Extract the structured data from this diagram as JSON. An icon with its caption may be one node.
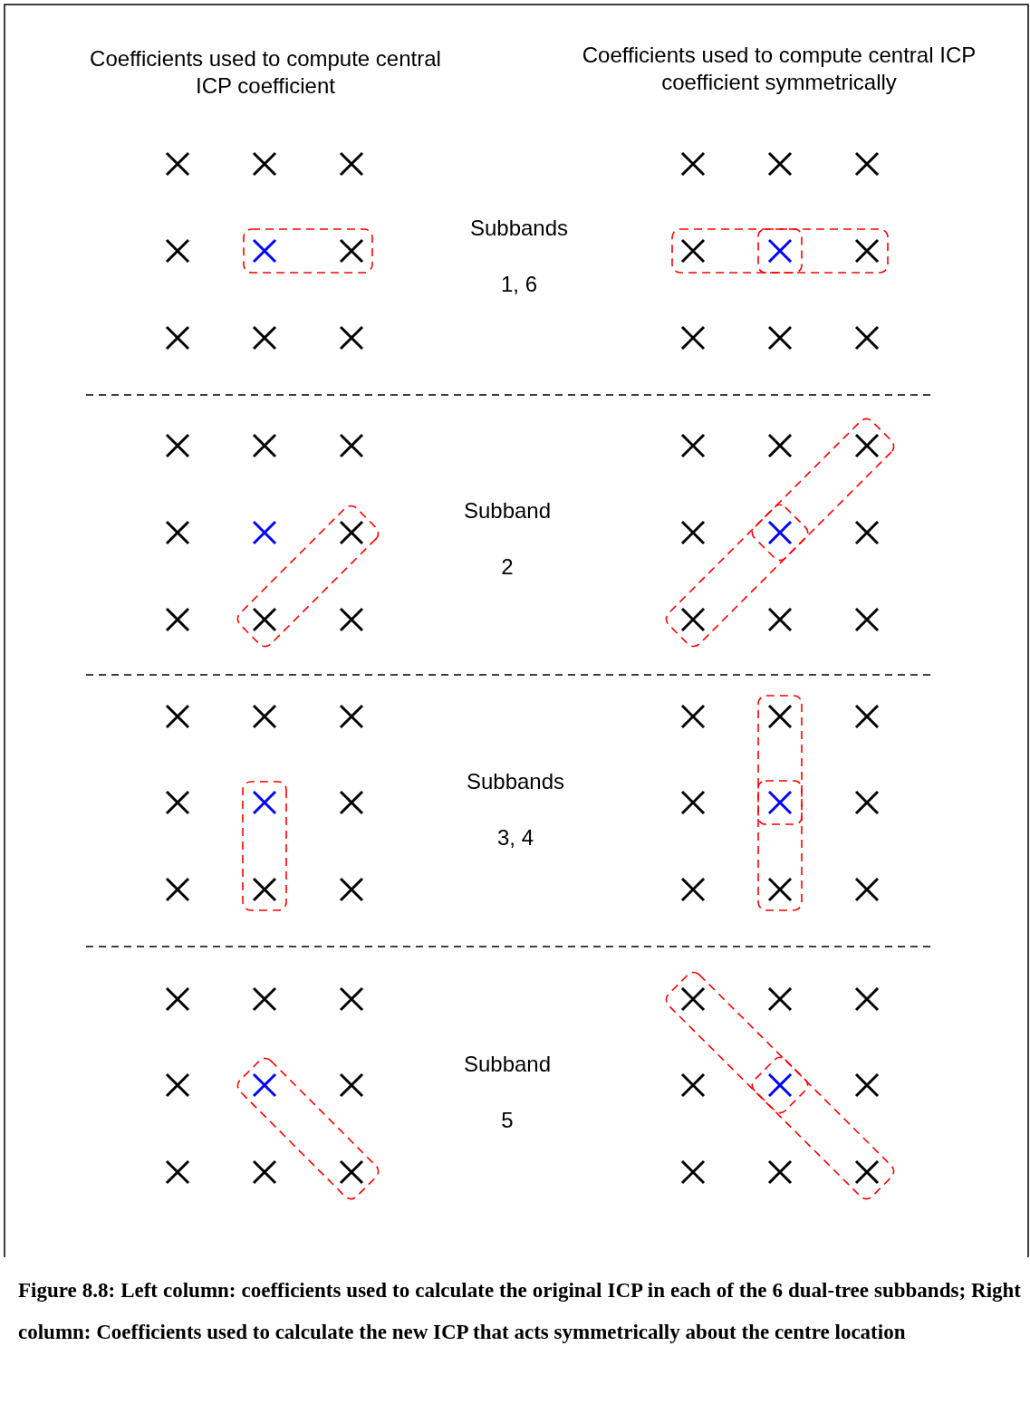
{
  "diagram": {
    "caption": "Figure 8.8: Left column: coefficients used to calculate the original ICP in each of the 6 dual-tree subbands; Right column: Coefficients used to calculate the new ICP that acts symmetrically about the centre location",
    "labels": [
      "Coefficients used to compute central ICP coefficient",
      "Coefficients used to compute central ICP coefficient symmetrically",
      "Subbands",
      "1, 6",
      "Subband",
      "2",
      "Subbands",
      "3, 4",
      "Subband",
      "5"
    ]
  }
}
